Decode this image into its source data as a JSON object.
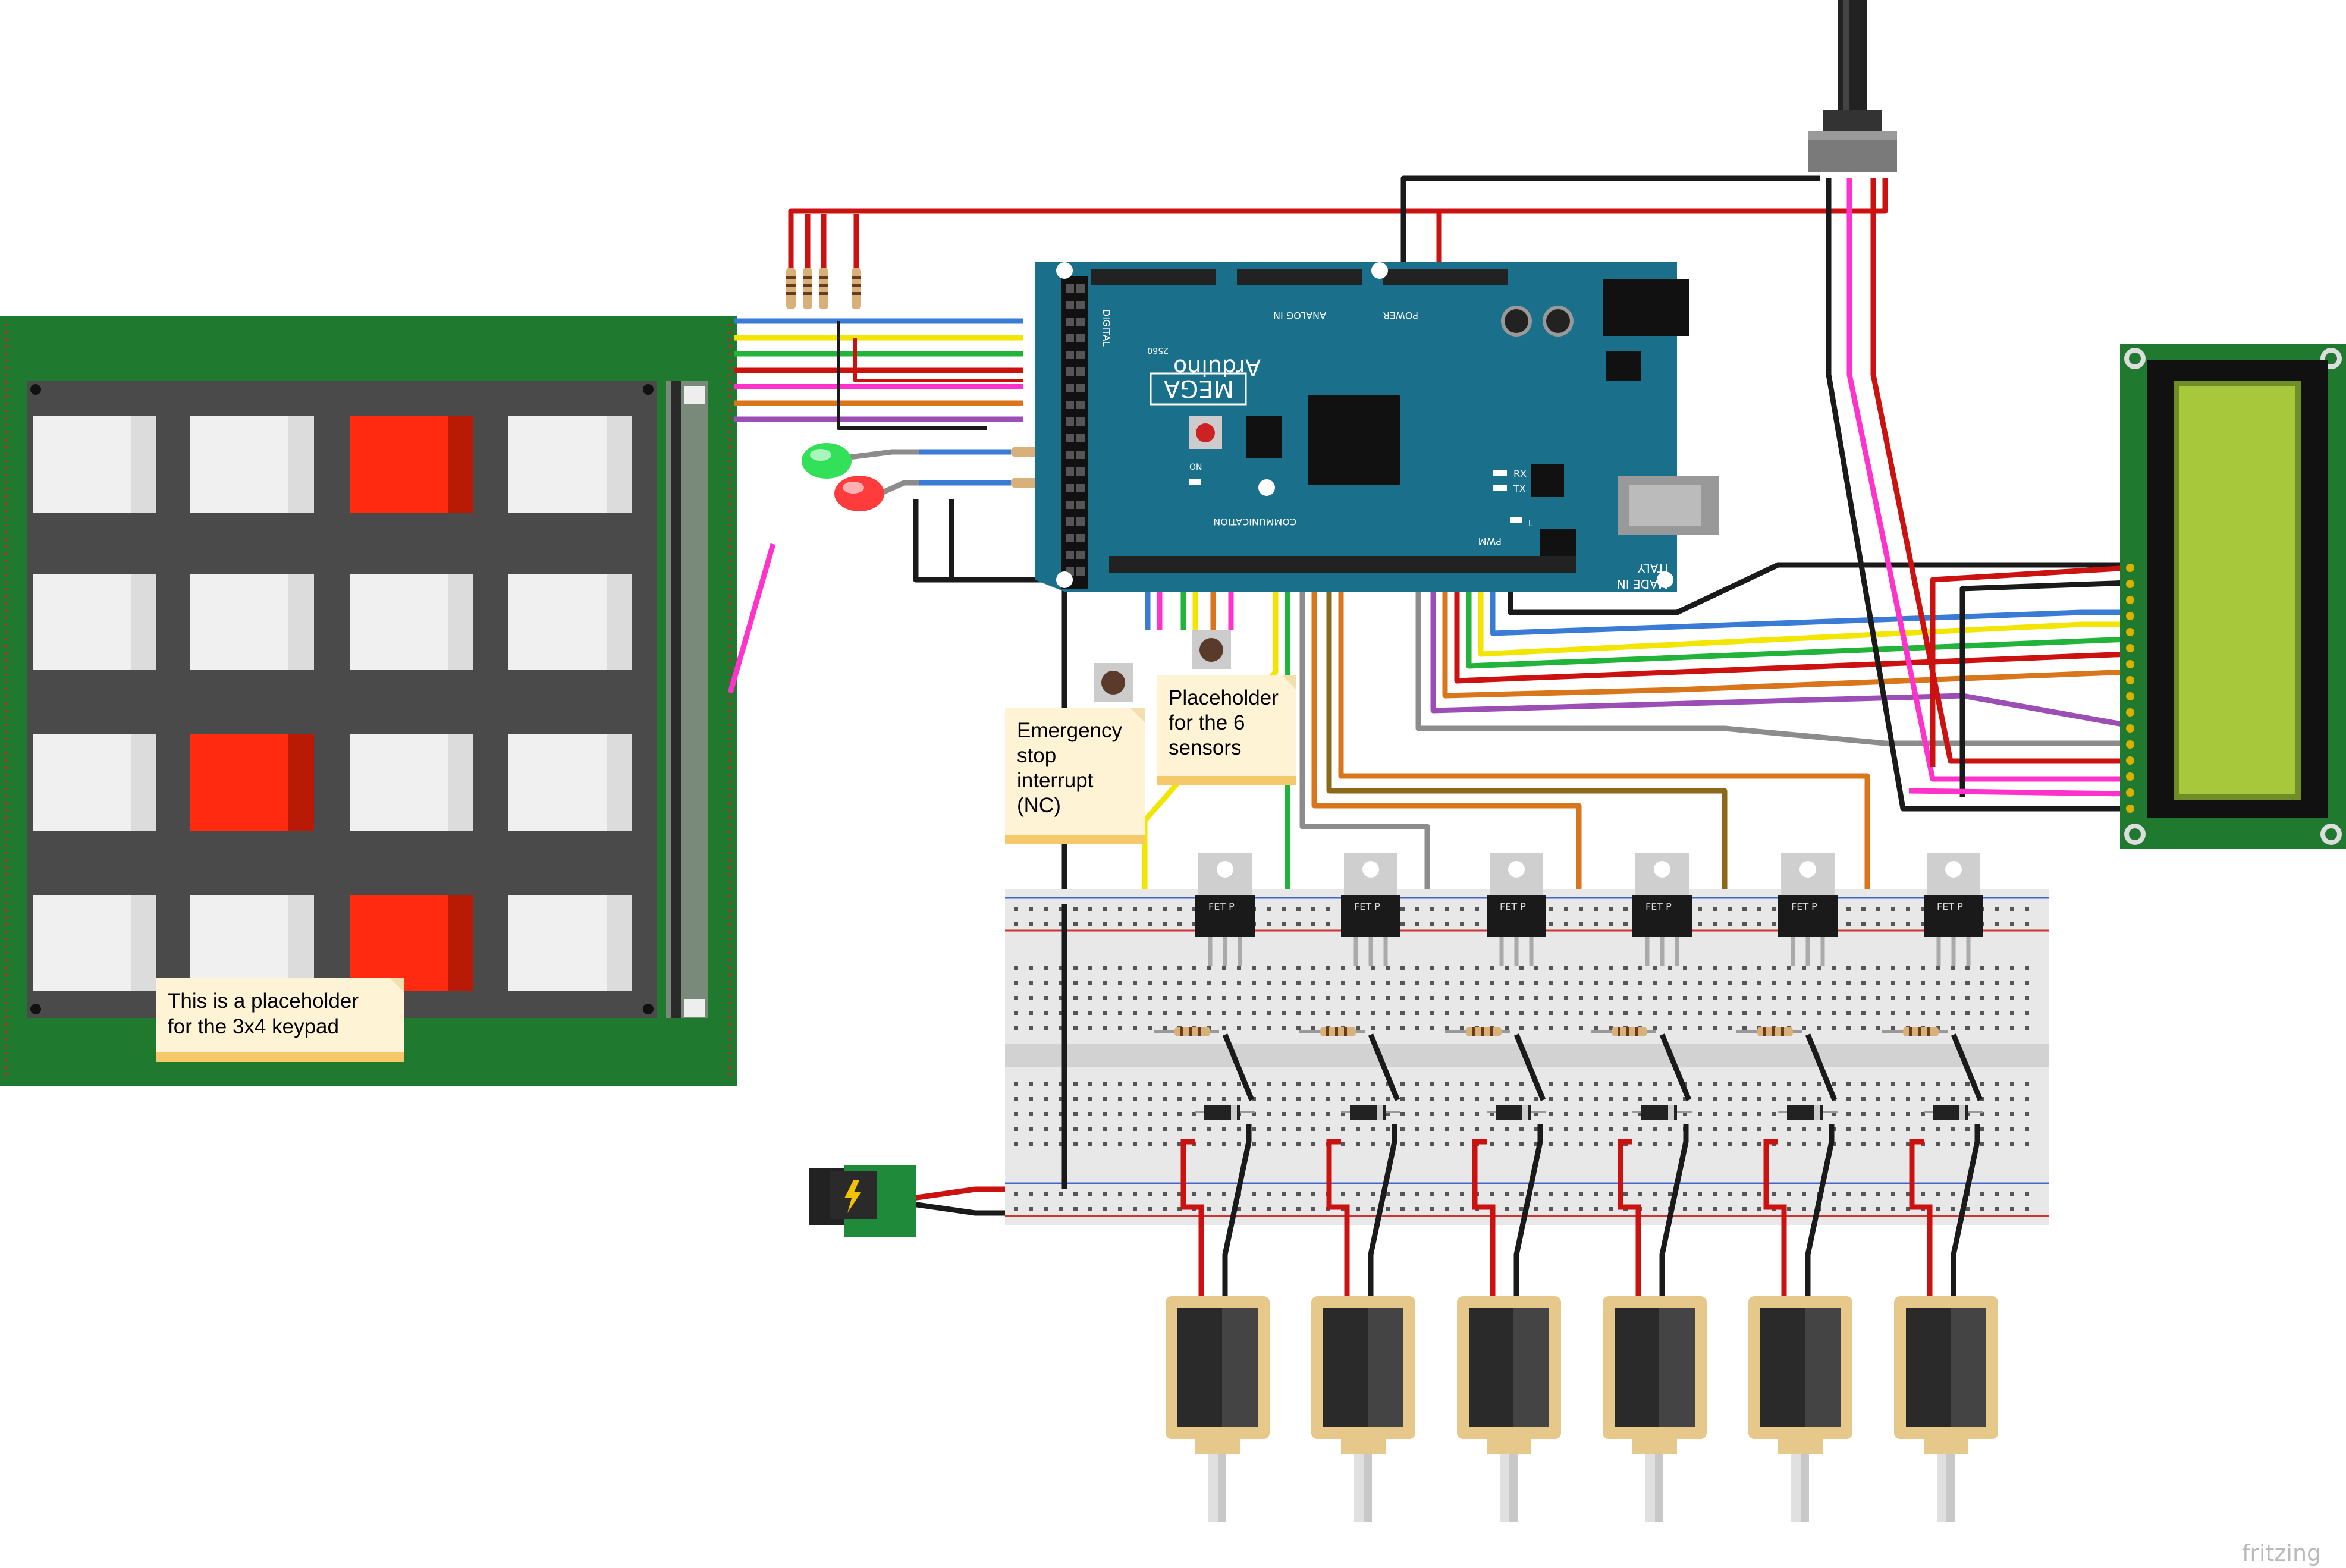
{
  "notes": {
    "keypad": [
      "This is a placeholder",
      "for the 3x4 keypad"
    ],
    "emergency": [
      "Emergency",
      "stop",
      "interrupt",
      "(NC)"
    ],
    "sensors": [
      "Placeholder",
      "for the 6",
      "sensors"
    ]
  },
  "arduino": {
    "brand": "Arduino",
    "model": "MEGA",
    "model_sub": "2560",
    "made_in": "MADE IN",
    "country": "ITALY",
    "analog_in": "ANALOG IN",
    "power": "POWER",
    "digital": "DIGITAL",
    "communication": "COMMUNICATION",
    "pwm": "PWM",
    "rx": "RX",
    "tx": "TX",
    "on": "ON",
    "l": "L"
  },
  "fet_label": "FET P",
  "watermark": "fritzing",
  "colors": {
    "wire_red": "#cc1111",
    "wire_black": "#1a1a1a",
    "wire_blue": "#3a7bd5",
    "wire_yellow": "#f2e600",
    "wire_green": "#22b33a",
    "wire_orange": "#d9761c",
    "wire_magenta": "#ff33cc",
    "wire_purple": "#9b4fb5",
    "wire_gray": "#8c8c8c",
    "pcb_green": "#1f7a30",
    "arduino_teal": "#1a6f8a",
    "lcd_screen": "#a8c83c",
    "note_bg": "#fff3d6",
    "key_white": "#f0f0f0",
    "key_red": "#ff2a10"
  },
  "keypad": {
    "rows": [
      [
        "white",
        "white",
        "red",
        "white"
      ],
      [
        "white",
        "white",
        "white",
        "white"
      ],
      [
        "white",
        "red",
        "white",
        "white"
      ],
      [
        "white",
        "white",
        "red",
        "white"
      ]
    ]
  }
}
